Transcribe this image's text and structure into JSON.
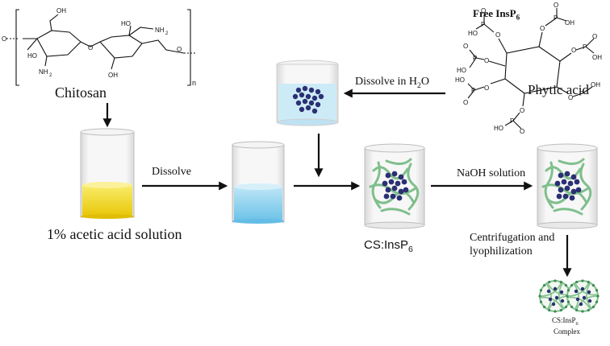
{
  "chitosan": {
    "label": "Chitosan",
    "subscript_n": "n"
  },
  "phytic": {
    "title_prefix": "Free InsP",
    "title_sub": "6",
    "label": "Phytic acid",
    "atoms": {
      "p": "P",
      "o": "O",
      "oh": "OH",
      "ho": "HO"
    }
  },
  "steps": {
    "dissolve_h2o_prefix": "Dissolve in H",
    "dissolve_h2o_sub": "2",
    "dissolve_h2o_suffix": "O",
    "dissolve": "Dissolve",
    "naoh": "NaOH solution",
    "centrifugation_line1": "Centrifugation and",
    "centrifugation_line2": "lyophilization"
  },
  "labels": {
    "acetic": "1% acetic acid solution",
    "cs_insp_prefix": "CS:InsP",
    "cs_insp_sub": "6",
    "complex_line1_prefix": "CS:InsP",
    "complex_line1_sub": "6",
    "complex_line2": "Complex"
  },
  "chitosan_atoms": {
    "oh": "OH",
    "ho": "HO",
    "nh2": "NH",
    "nh2_sub": "2",
    "o": "O"
  },
  "colors": {
    "acetic_solution": "#f2dc1e",
    "water": "#8fd3ef",
    "particle": "#2b2f73",
    "polymer": "#7fbf8c",
    "arrow": "#111111"
  }
}
